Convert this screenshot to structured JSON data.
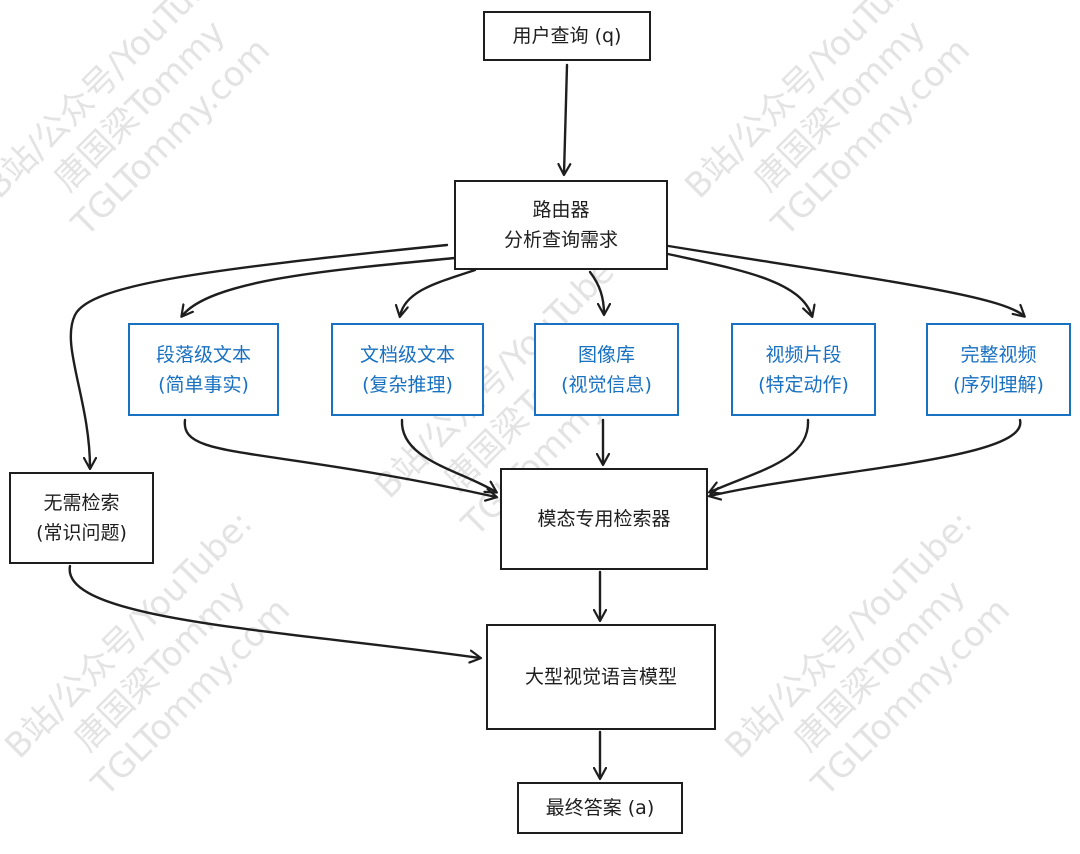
{
  "watermark": {
    "line1": "B站/公众号/YouTube:",
    "line2": "唐国梁Tommy",
    "line3": "TGLTommy.com"
  },
  "nodes": {
    "query": {
      "label": "用户查询 (q)"
    },
    "router": {
      "line1": "路由器",
      "line2": "分析查询需求"
    },
    "paragraph": {
      "line1": "段落级文本",
      "line2": "(简单事实)"
    },
    "document": {
      "line1": "文档级文本",
      "line2": "(复杂推理)"
    },
    "image": {
      "line1": "图像库",
      "line2": "(视觉信息)"
    },
    "clip": {
      "line1": "视频片段",
      "line2": "(特定动作)"
    },
    "video": {
      "line1": "完整视频",
      "line2": "(序列理解)"
    },
    "no_retrieval": {
      "line1": "无需检索",
      "line2": "(常识问题)"
    },
    "retriever": {
      "label": "模态专用检索器"
    },
    "lvlm": {
      "label": "大型视觉语言模型"
    },
    "answer": {
      "label": "最终答案 (a)"
    }
  },
  "colors": {
    "stroke": "#1e1e1e",
    "accent_blue": "#1971c2",
    "watermark": "#e3e3e3"
  }
}
